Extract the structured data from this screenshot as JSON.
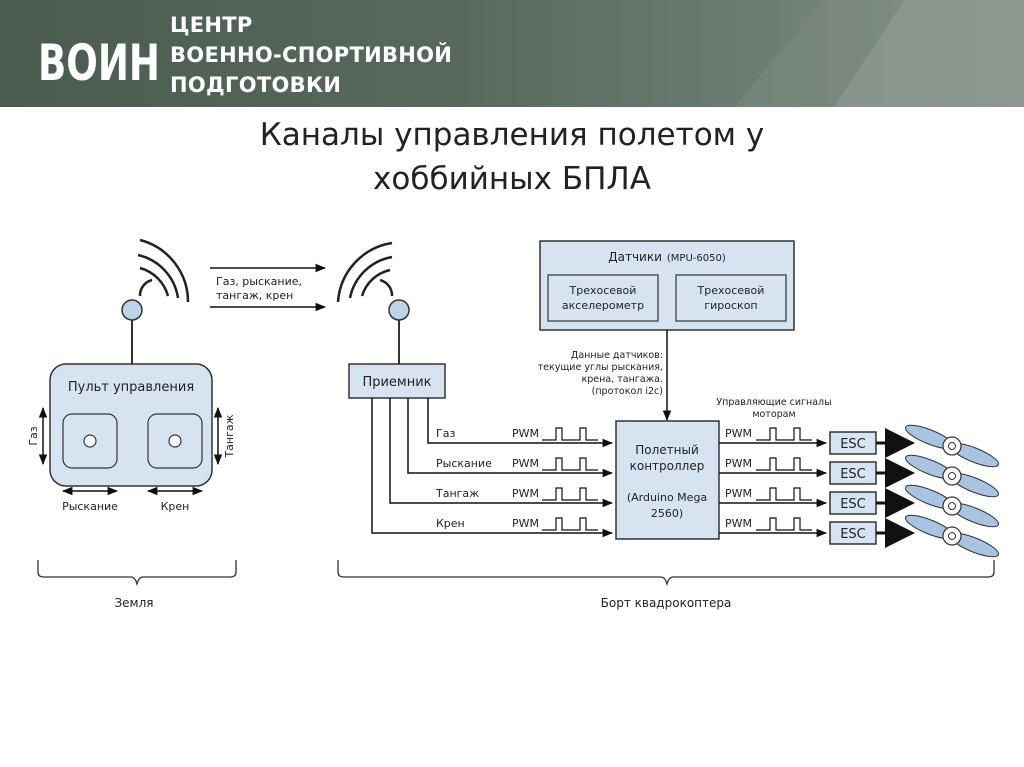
{
  "header": {
    "logo_text": "ВОИН",
    "org_lines": [
      "ЦЕНТР",
      "ВОЕННО-СПОРТИВНОЙ",
      "ПОДГОТОВКИ"
    ]
  },
  "title_lines": [
    "Каналы управления полетом у",
    "хоббийных БПЛА"
  ],
  "diagram": {
    "link_label_lines": [
      "Газ, рыскание,",
      "тангаж, крен"
    ],
    "remote": {
      "title": "Пульт управления",
      "left_axis": "Газ",
      "right_axis": "Тангаж",
      "bottom_left": "Рыскание",
      "bottom_right": "Крен"
    },
    "receiver": "Приемник",
    "sensors": {
      "title_main": "Датчики",
      "title_sub": "(MPU-6050)",
      "accel_lines": [
        "Трехосевой",
        "акселерометр"
      ],
      "gyro_lines": [
        "Трехосевой",
        "гироскоп"
      ]
    },
    "sensor_note_lines": [
      "Данные датчиков:",
      "текущие углы рыскания,",
      "крена, тангажа.",
      "(протокол i2c)"
    ],
    "motor_signals_lines": [
      "Управляющие сигналы",
      "моторам"
    ],
    "controller": {
      "lines": [
        "Полетный",
        "контроллер"
      ],
      "sub_lines": [
        "(Arduino Mega",
        "2560)"
      ]
    },
    "channels": [
      "Газ",
      "Рыскание",
      "Тангаж",
      "Крен"
    ],
    "pwm_label": "PWM",
    "esc_label": "ESC",
    "ground_label": "Земля",
    "onboard_label": "Борт квадрокоптера"
  }
}
